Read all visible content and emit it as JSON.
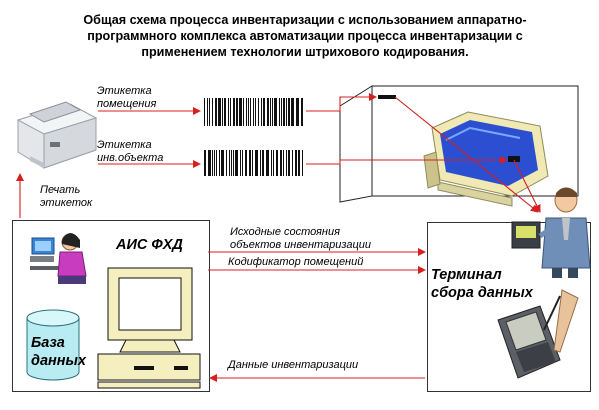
{
  "title": {
    "line1": "Общая схема процесса инвентаризации с использованием аппаратно-",
    "line2": "программного комплекса автоматизации процесса инвентаризации  с",
    "line3": "применением технологии штрихового кодирования."
  },
  "labels": {
    "room_label_1": "Этикетка",
    "room_label_2": "помещения",
    "object_label_1": "Этикетка",
    "object_label_2": "инв.объекта",
    "print_1": "Печать",
    "print_2": "этикеток",
    "initial_states_1": "Исходные состояния",
    "initial_states_2": "объектов инвентаризации",
    "room_codifier": "Кодификатор помещений",
    "inventory_data": "Данные инвентаризации"
  },
  "system": {
    "name": "АИС ФХД",
    "database_1": "База",
    "database_2": "данных"
  },
  "terminal": {
    "line1": "Терминал",
    "line2": "сбора данных"
  },
  "colors": {
    "arrow": "#d42020",
    "screen": "#2b4fd0",
    "monitor": "#f5efbf",
    "db": "#b9ecf2"
  }
}
